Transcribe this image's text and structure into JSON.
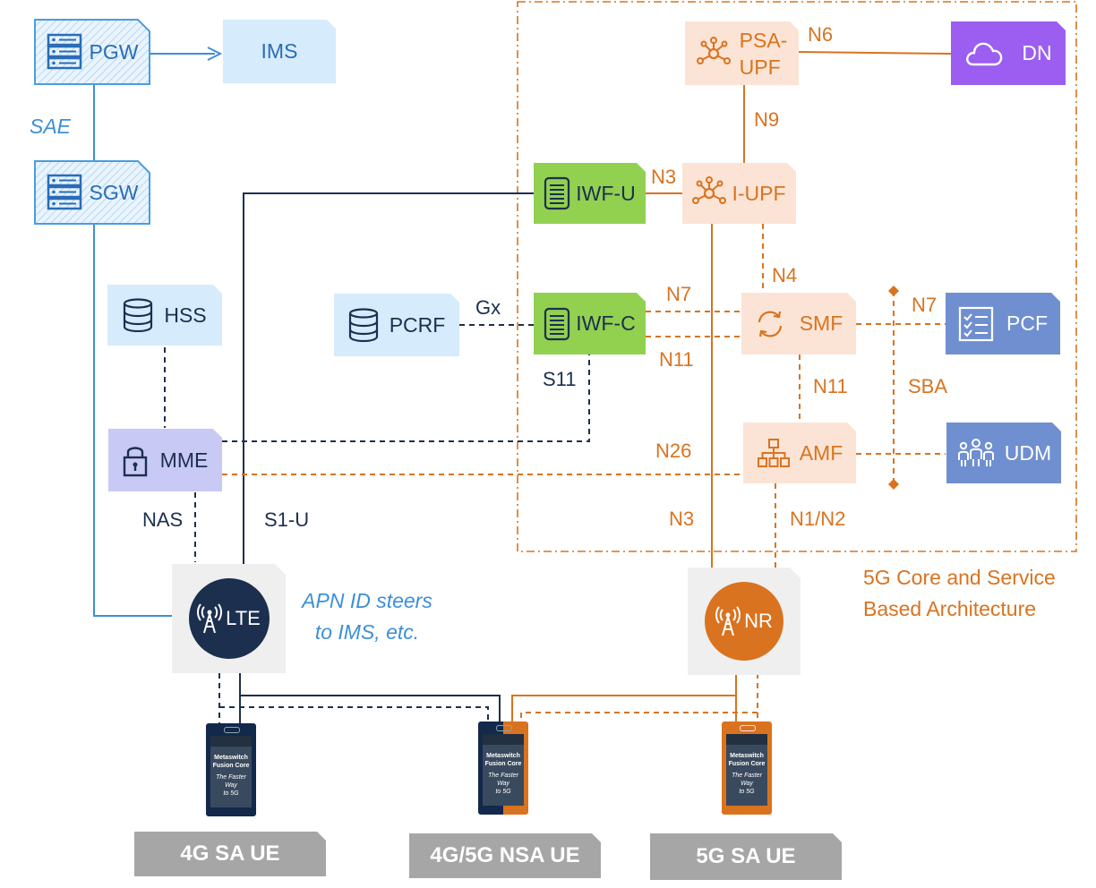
{
  "nodes": {
    "pgw": "PGW",
    "ims": "IMS",
    "sgw": "SGW",
    "hss": "HSS",
    "pcrf": "PCRF",
    "mme": "MME",
    "lte": "LTE",
    "iwf_u": "IWF-U",
    "iwf_c": "IWF-C",
    "psa_upf_1": "PSA-",
    "psa_upf_2": "UPF",
    "i_upf": "I-UPF",
    "smf": "SMF",
    "amf": "AMF",
    "dn": "DN",
    "pcf": "PCF",
    "udm": "UDM",
    "nr": "NR"
  },
  "interfaces": {
    "sae": "SAE",
    "gx": "Gx",
    "s11": "S11",
    "nas": "NAS",
    "s1u": "S1-U",
    "n6": "N6",
    "n9": "N9",
    "n3_top": "N3",
    "n4": "N4",
    "n7_left": "N7",
    "n7_right": "N7",
    "n11_left": "N11",
    "n11_mid": "N11",
    "sba": "SBA",
    "n26": "N26",
    "n3_bottom": "N3",
    "n1n2": "N1/N2"
  },
  "notes": {
    "apn_line1": "APN ID steers",
    "apn_line2": "to IMS, etc.",
    "core_line1": "5G Core and Service",
    "core_line2": "Based Architecture"
  },
  "phone_screen": {
    "line1": "Metaswitch",
    "line2": "Fusion Core",
    "line3": "The Faster Way",
    "line4": "to 5G"
  },
  "ue_labels": {
    "sa4g": "4G SA UE",
    "nsa": "4G/5G NSA UE",
    "sa5g": "5G SA UE"
  },
  "colors": {
    "navy": "#1c2f4f",
    "orange": "#d9731f",
    "light_blue": "#d6ebfb",
    "lte_blue": "#3d8fd6",
    "green": "#92d050",
    "peach": "#fbe4d5",
    "purple": "#9b5ef0",
    "slate_blue": "#6f8fd0",
    "lavender": "#c9c9f5",
    "gray": "#a6a6a6"
  }
}
